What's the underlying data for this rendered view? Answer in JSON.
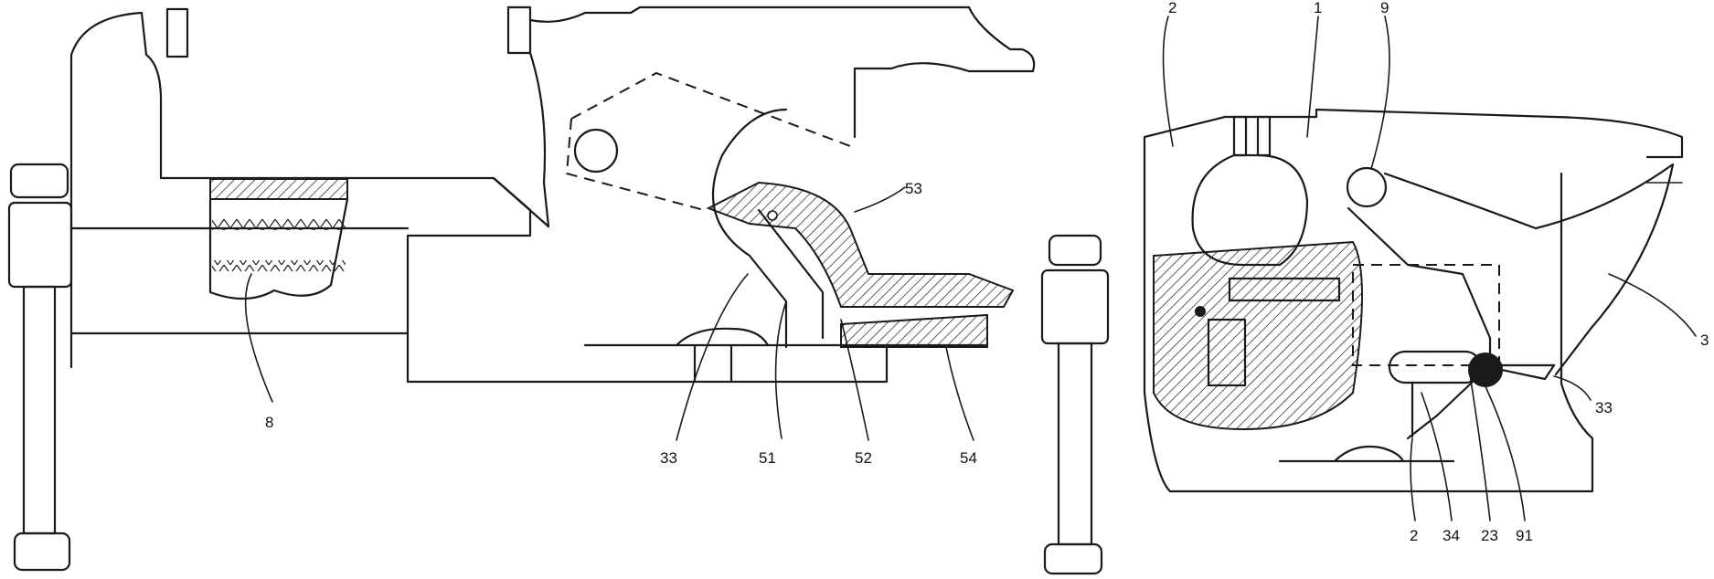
{
  "figure_left": {
    "labels": [
      "8",
      "33",
      "51",
      "52",
      "53",
      "54"
    ]
  },
  "figure_right": {
    "labels": [
      "2",
      "1",
      "9",
      "3",
      "33",
      "2",
      "34",
      "23",
      "91"
    ]
  },
  "colors": {
    "line": "#1a1a1a",
    "background": "#ffffff"
  }
}
